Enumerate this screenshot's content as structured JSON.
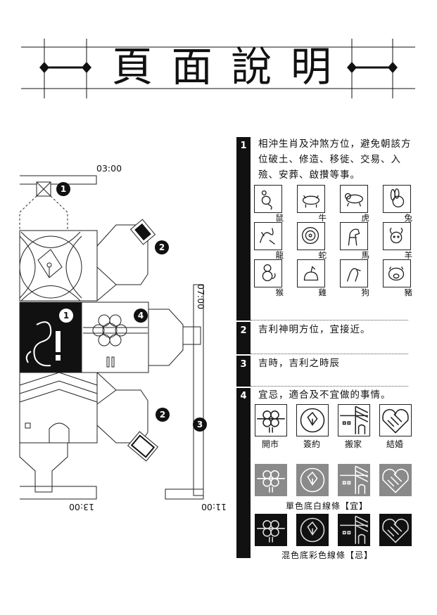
{
  "title": [
    "頁",
    "面",
    "說",
    "明"
  ],
  "times": {
    "t0300": "03:00",
    "t0700": "07:00",
    "t1100": "11:00",
    "t1300": "13:00"
  },
  "markers": {
    "m1": "1",
    "m2": "2",
    "m3": "3",
    "m4": "4"
  },
  "sections": [
    {
      "num": "1",
      "text": "相沖生肖及沖煞方位，避免朝該方位破土、修造、移徙、交易、入殮、安葬、啟攢等事。"
    },
    {
      "num": "2",
      "text": "吉利神明方位，宜接近。"
    },
    {
      "num": "3",
      "text": "吉時，吉利之時辰"
    },
    {
      "num": "4",
      "text": "宜忌，適合及不宜做的事情。"
    }
  ],
  "zodiac": [
    {
      "label": "鼠",
      "icon": "rat-icon"
    },
    {
      "label": "牛",
      "icon": "ox-icon"
    },
    {
      "label": "虎",
      "icon": "tiger-icon"
    },
    {
      "label": "兔",
      "icon": "rabbit-icon"
    },
    {
      "label": "龍",
      "icon": "dragon-icon"
    },
    {
      "label": "蛇",
      "icon": "snake-icon"
    },
    {
      "label": "馬",
      "icon": "horse-icon"
    },
    {
      "label": "羊",
      "icon": "goat-icon"
    },
    {
      "label": "猴",
      "icon": "monkey-icon"
    },
    {
      "label": "雞",
      "icon": "rooster-icon"
    },
    {
      "label": "狗",
      "icon": "dog-icon"
    },
    {
      "label": "豬",
      "icon": "pig-icon"
    }
  ],
  "activities": [
    {
      "label": "開市",
      "icon": "lantern-knot-icon"
    },
    {
      "label": "簽約",
      "icon": "pen-nib-icon"
    },
    {
      "label": "搬家",
      "icon": "house-icon"
    },
    {
      "label": "結婚",
      "icon": "handshake-heart-icon"
    }
  ],
  "captions": {
    "good": "單色底白線條【宜】",
    "bad": "混色底彩色線條【忌】"
  },
  "colors": {
    "ink": "#111111",
    "good_bg": "#8a8a8a",
    "bad_bg": "#111111"
  }
}
